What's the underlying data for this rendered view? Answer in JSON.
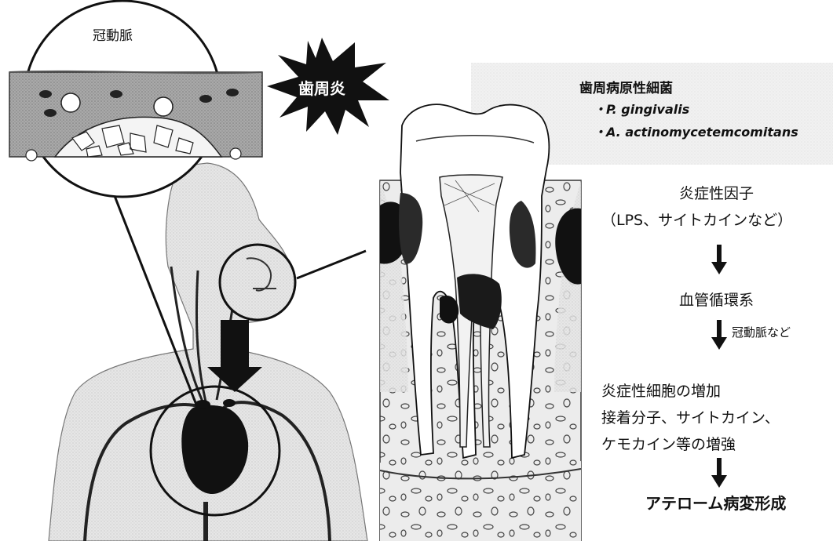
{
  "coronary_label": "冠動脈",
  "burst_label": "歯周炎",
  "bacteria": {
    "title": "歯周病原性細菌",
    "items": [
      "・P. gingivalis",
      "・A. actinomycetemcomitans"
    ]
  },
  "flow": {
    "step1": "炎症性因子",
    "step2": "（LPS、サイトカインなど）",
    "step3": "血管循環系",
    "side_note": "冠動脈など",
    "step4": "炎症性細胞の増加",
    "step5": "接着分子、サイトカイン、",
    "step6": "ケモカイン等の増強",
    "result": "アテローム病変形成"
  }
}
